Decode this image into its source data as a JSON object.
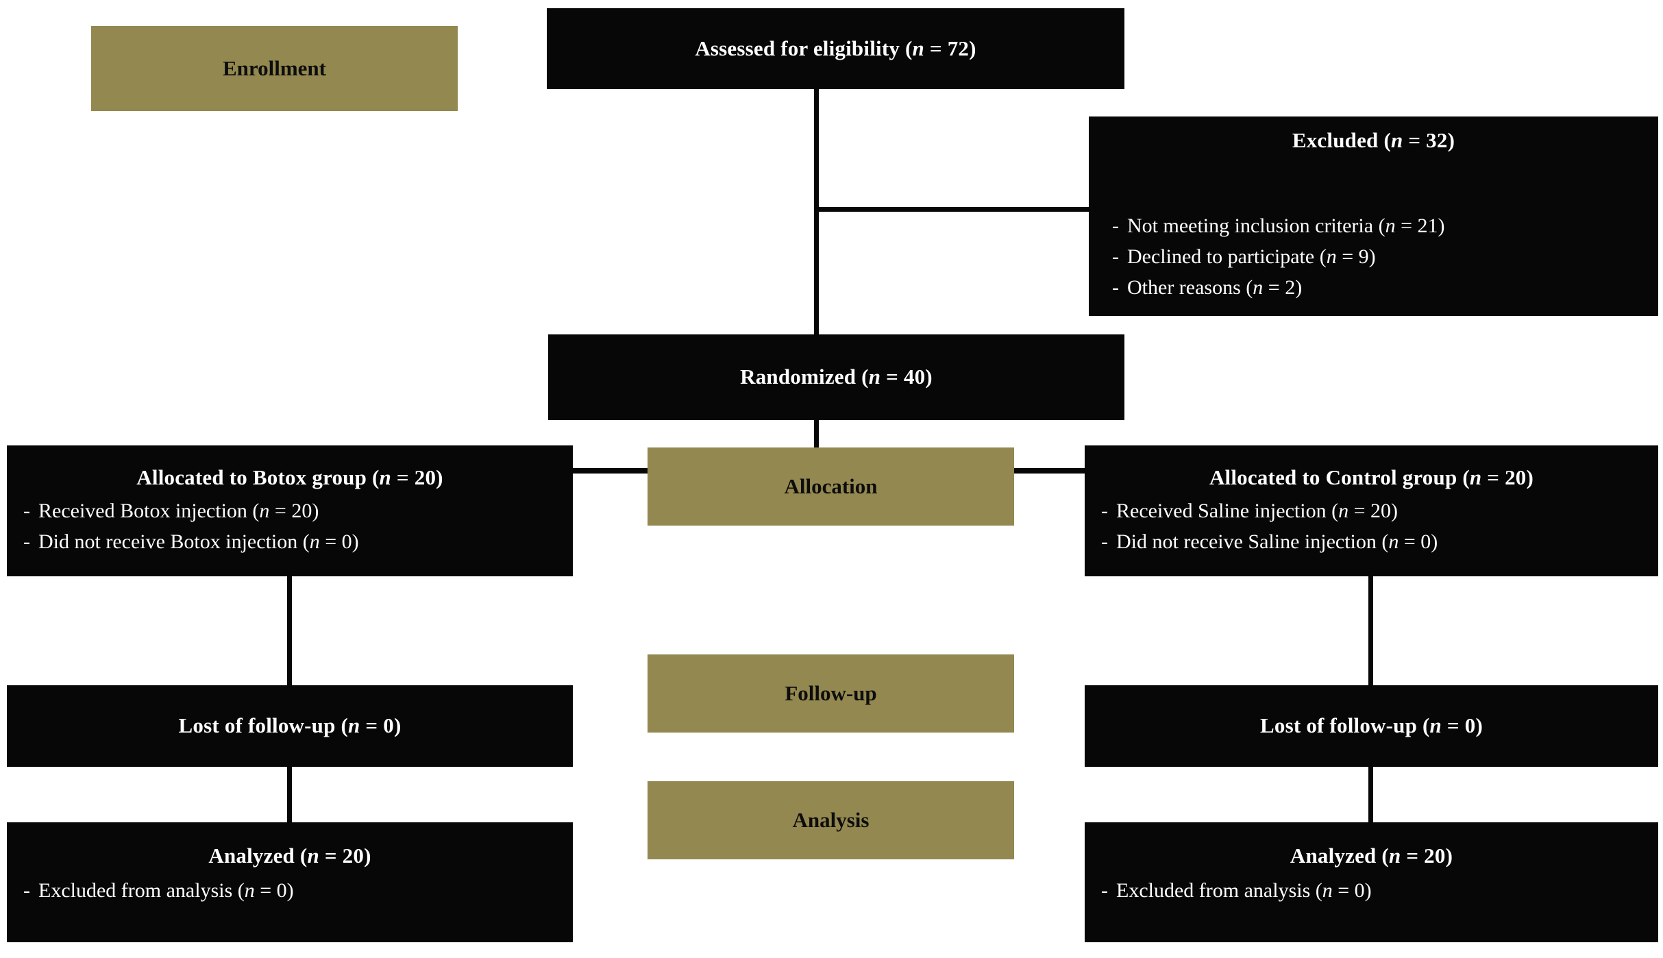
{
  "diagram": {
    "title": "CONSORT participant flow diagram",
    "colors": {
      "gold": "#93884f",
      "box_fill": "#070707",
      "box_text": "#ffffff",
      "background": "#ffffff",
      "connector": "#070707"
    },
    "stage_labels": {
      "enrollment": "Enrollment",
      "allocation": "Allocation",
      "followup": "Follow-up",
      "analysis": "Analysis"
    },
    "nodes": {
      "assessed": {
        "title": "Assessed for eligibility  (n = 72)",
        "title_text": "Assessed for eligibility  (",
        "n_italic": "n",
        "n_value": " = 72)"
      },
      "excluded": {
        "title_text": "Excluded (",
        "n_italic": "n",
        "n_value": " = 32)",
        "items": [
          {
            "dash": "-",
            "text": "Not meeting  inclusion  criteria (",
            "n": "n",
            "val": " = 21)"
          },
          {
            "dash": "-",
            "text": "Declined  to participate  (",
            "n": "n",
            "val": " = 9)"
          },
          {
            "dash": "-",
            "text": "Other reasons (",
            "n": "n",
            "val": " = 2)"
          }
        ]
      },
      "randomized": {
        "title_text": "Randomized  (",
        "n_italic": "n",
        "n_value": " = 40)"
      },
      "alloc_left": {
        "title_text": "Allocated to Botox group (",
        "n_italic": "n",
        "n_value": " = 20)",
        "items": [
          {
            "dash": "-",
            "text": "Received  Botox injection  (",
            "n": "n",
            "val": " = 20)"
          },
          {
            "dash": "-",
            "text": "Did not receive  Botox injection  (",
            "n": "n",
            "val": " = 0)"
          }
        ]
      },
      "alloc_right": {
        "title_text": "Allocated to Control group (",
        "n_italic": "n",
        "n_value": " = 20)",
        "items": [
          {
            "dash": "-",
            "text": "Received  Saline injection  (",
            "n": "n",
            "val": " = 20)"
          },
          {
            "dash": "-",
            "text": "Did not receive  Saline injection  (",
            "n": "n",
            "val": " = 0)"
          }
        ]
      },
      "lost_left": {
        "title_text": "Lost of follow-up  (",
        "n_italic": "n",
        "n_value": " = 0)"
      },
      "lost_right": {
        "title_text": "Lost of follow-up  (",
        "n_italic": "n",
        "n_value": " = 0)"
      },
      "analyzed_left": {
        "title_text": "Analyzed (",
        "n_italic": "n",
        "n_value": " = 20)",
        "items": [
          {
            "dash": "-",
            "text": "Excluded  from  analysis  (",
            "n": "n",
            "val": " = 0)"
          }
        ]
      },
      "analyzed_right": {
        "title_text": "Analyzed (",
        "n_italic": "n",
        "n_value": " = 20)",
        "items": [
          {
            "dash": "-",
            "text": "Excluded  from  analysis  (",
            "n": "n",
            "val": " = 0)"
          }
        ]
      }
    }
  }
}
